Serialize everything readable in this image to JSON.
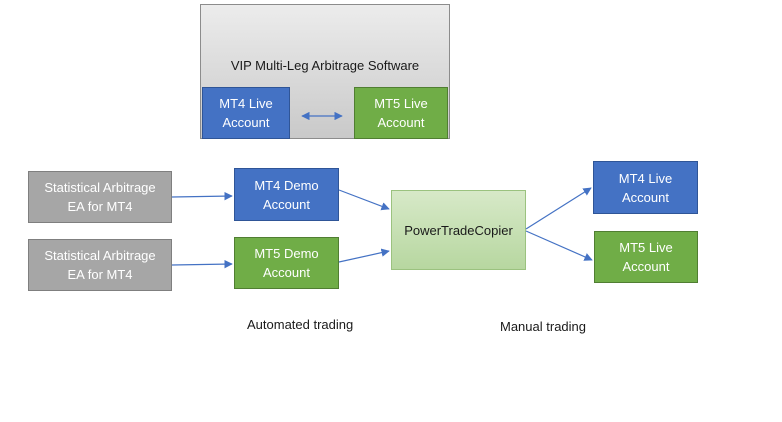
{
  "vip": {
    "title": "VIP Multi-Leg Arbitrage Software",
    "mt4_live": "MT4 Live\nAccount",
    "mt5_live": "MT5 Live\nAccount"
  },
  "sources": {
    "ea_top": "Statistical Arbitrage\nEA for MT4",
    "ea_bottom": "Statistical Arbitrage\nEA for MT4"
  },
  "demo": {
    "mt4": "MT4 Demo\nAccount",
    "mt5": "MT5 Demo\nAccount"
  },
  "copier": {
    "label": "PowerTradeCopier"
  },
  "targets": {
    "mt4_live": "MT4 Live\nAccount",
    "mt5_live": "MT5 Live\nAccount"
  },
  "captions": {
    "automated": "Automated trading",
    "manual": "Manual trading"
  },
  "colors": {
    "blue": "#4472c4",
    "green": "#70ad47",
    "gray": "#a6a6a6",
    "arrow": "#4472c4"
  }
}
